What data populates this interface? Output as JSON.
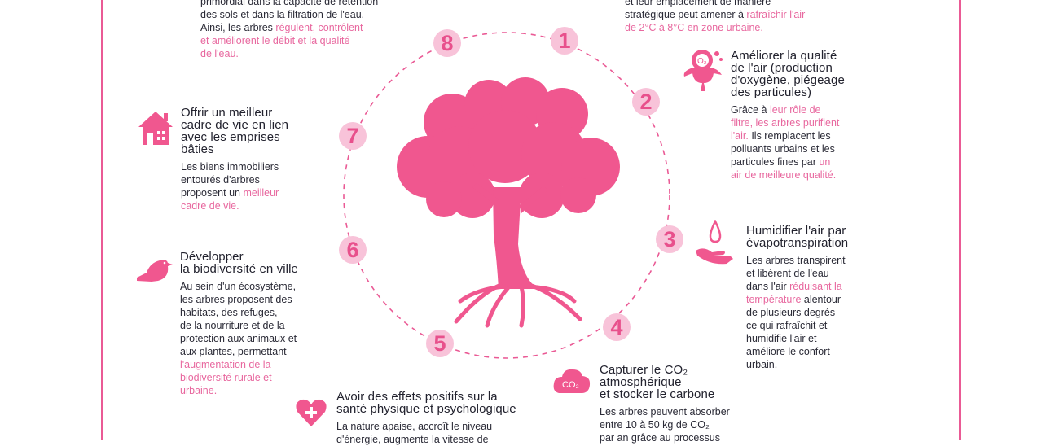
{
  "colors": {
    "accent": "#ea5a95",
    "bubble": "#f8c3d9",
    "highlight": "#e8689f",
    "text": "#2a2a36"
  },
  "numbers": [
    "1",
    "2",
    "3",
    "4",
    "5",
    "6",
    "7",
    "8"
  ],
  "blocks": [
    {
      "id": "water",
      "icon": "water-icon",
      "title": [],
      "body": [
        [
          [
            "primordial dans la capacité de rétention",
            0
          ]
        ],
        [
          [
            "des sols et dans la filtration de l'eau.",
            0
          ]
        ],
        [
          [
            "Ainsi, les arbres ",
            0
          ],
          [
            "régulent, contrôlent",
            1
          ]
        ],
        [
          [
            "et améliorent le débit et la qualité",
            1
          ]
        ],
        [
          [
            "de l'eau.",
            1
          ]
        ]
      ]
    },
    {
      "id": "cooling",
      "icon": "",
      "title": [],
      "body": [
        [
          [
            "et leur emplacement de manière",
            0
          ]
        ],
        [
          [
            "stratégique peut amener à ",
            0
          ],
          [
            "rafraîchir l'air",
            1
          ]
        ],
        [
          [
            "de 2°C à 8°C en zone urbaine.",
            1
          ]
        ]
      ]
    },
    {
      "id": "air",
      "icon": "oxygen-tree-icon",
      "title": [
        "Améliorer la qualité",
        "de l'air (production",
        "d'oxygène, piégeage",
        "des particules)"
      ],
      "body": [
        [
          [
            "Grâce à ",
            0
          ],
          [
            "leur rôle de",
            1
          ]
        ],
        [
          [
            "filtre, les arbres purifient",
            1
          ]
        ],
        [
          [
            "l'air.",
            1
          ],
          [
            " Ils remplacent les",
            0
          ]
        ],
        [
          [
            "polluants urbains et les",
            0
          ]
        ],
        [
          [
            "particules fines par ",
            0
          ],
          [
            "un",
            1
          ]
        ],
        [
          [
            "air de meilleure qualité.",
            1
          ]
        ]
      ]
    },
    {
      "id": "humid",
      "icon": "water-drop-hand-icon",
      "title": [
        "Humidifier l'air par",
        "évapotranspiration"
      ],
      "body": [
        [
          [
            "Les arbres transpirent",
            0
          ]
        ],
        [
          [
            "et libèrent de l'eau",
            0
          ]
        ],
        [
          [
            "dans l'air ",
            0
          ],
          [
            "réduisant la",
            1
          ]
        ],
        [
          [
            "température",
            1
          ],
          [
            " alentour",
            0
          ]
        ],
        [
          [
            "de plusieurs degrés",
            0
          ]
        ],
        [
          [
            "ce qui rafraîchit et",
            0
          ]
        ],
        [
          [
            "humidifie l'air et",
            0
          ]
        ],
        [
          [
            "améliore le confort",
            0
          ]
        ],
        [
          [
            "urbain.",
            0
          ]
        ]
      ]
    },
    {
      "id": "co2",
      "icon": "co2-cloud-icon",
      "title": [
        "Capturer le CO₂",
        "atmosphérique",
        "et stocker le carbone"
      ],
      "body": [
        [
          [
            "Les arbres peuvent absorber",
            0
          ]
        ],
        [
          [
            "entre 10 à 50 kg de CO₂",
            0
          ]
        ],
        [
          [
            "par an grâce au processus",
            0
          ]
        ]
      ]
    },
    {
      "id": "health",
      "icon": "heart-plus-icon",
      "title": [
        "Avoir des effets positifs sur la",
        "santé physique et psychologique"
      ],
      "body": [
        [
          [
            "La nature apaise, accroît le niveau",
            0
          ]
        ],
        [
          [
            "d'énergie, augmente la vitesse de",
            0
          ]
        ]
      ]
    },
    {
      "id": "biodiv",
      "icon": "bird-icon",
      "title": [
        "Développer",
        "la biodiversité en ville"
      ],
      "body": [
        [
          [
            "Au sein d'un écosystème,",
            0
          ]
        ],
        [
          [
            "les arbres proposent des",
            0
          ]
        ],
        [
          [
            "habitats, des refuges,",
            0
          ]
        ],
        [
          [
            "de la nourriture et de la",
            0
          ]
        ],
        [
          [
            "protection aux animaux et",
            0
          ]
        ],
        [
          [
            "aux plantes, permettant",
            0
          ]
        ],
        [
          [
            "l'augmentation de la",
            1
          ]
        ],
        [
          [
            "biodiversité rurale et",
            1
          ]
        ],
        [
          [
            "urbaine.",
            1
          ]
        ]
      ]
    },
    {
      "id": "home",
      "icon": "house-icon",
      "title": [
        "Offrir un meilleur",
        "cadre de vie en lien",
        "avec les emprises",
        "bâties"
      ],
      "body": [
        [
          [
            "Les biens immobiliers",
            0
          ]
        ],
        [
          [
            "entourés d'arbres",
            0
          ]
        ],
        [
          [
            "proposent un ",
            0
          ],
          [
            "meilleur",
            1
          ]
        ],
        [
          [
            "cadre de vie.",
            1
          ]
        ]
      ]
    }
  ]
}
